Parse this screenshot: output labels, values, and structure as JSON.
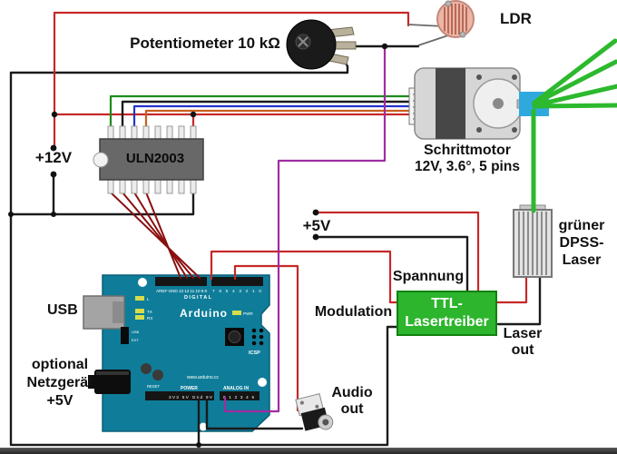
{
  "labels": {
    "potentiometer": "Potentiometer 10 kΩ",
    "ldr": "LDR",
    "v12": "+12V",
    "v5": "+5V",
    "uln": "ULN2003",
    "stepper_name": "Schrittmotor",
    "stepper_spec": "12V, 3.6°, 5 pins",
    "laser_l1": "grüner",
    "laser_l2": "DPSS-",
    "laser_l3": "Laser",
    "spannung": "Spannung",
    "modulation": "Modulation",
    "ttl_l1": "TTL-",
    "ttl_l2": "Lasertreiber",
    "laser_out_l1": "Laser",
    "laser_out_l2": "out",
    "audio_l1": "Audio",
    "audio_l2": "out",
    "usb": "USB",
    "net_l1": "optional",
    "net_l2": "Netzgerät",
    "net_l3": "+5V"
  },
  "arduino": {
    "brand": "Arduino",
    "digital": "DIGITAL",
    "pins_top_left": "AREF GND 13 12 11 10 9 8",
    "pins_top_right": "7 6 5 4 3 2 1 0",
    "www": "www.arduino.cc",
    "power": "POWER",
    "analog": "ANALOG IN",
    "power_pins": "3V3 5V Gnd 9V",
    "analog_pins": "0 1 2 3 4 5",
    "reset": "RESET",
    "icsp": "ICSP",
    "led_l": "L",
    "led_tx": "TX",
    "led_rx": "RX",
    "led_pwr": "PWR",
    "jumper_usb": "USB",
    "jumper_ext": "EXT"
  },
  "colors": {
    "wire-red": "#c62828",
    "wire-dark-red": "#8a0f0f",
    "wire-black": "#1b1b1b",
    "wire-green": "#1e8c1e",
    "wire-blue": "#2433c9",
    "wire-orange": "#c85f1e",
    "wire-purple": "#a02ca0",
    "beam-green": "#2db92d",
    "ttl-green": "#2db52d",
    "mirror-blue": "#2fa9dd",
    "board-teal": "#0f7d99",
    "chip-gray": "#686868"
  }
}
